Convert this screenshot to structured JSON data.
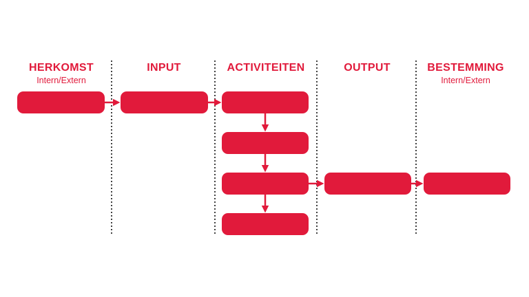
{
  "colors": {
    "accent": "#E11A3B",
    "divider": "#3F3F3F",
    "background": "#FFFFFF"
  },
  "columns": [
    {
      "label": "HERKOMST",
      "sublabel": "Intern/Extern"
    },
    {
      "label": "INPUT",
      "sublabel": ""
    },
    {
      "label": "ACTIVITEITEN",
      "sublabel": ""
    },
    {
      "label": "OUTPUT",
      "sublabel": ""
    },
    {
      "label": "BESTEMMING",
      "sublabel": "Intern/Extern"
    }
  ],
  "diagram": {
    "nodes": [
      {
        "id": "herkomst-1",
        "column": "HERKOMST"
      },
      {
        "id": "input-1",
        "column": "INPUT"
      },
      {
        "id": "activiteit-1",
        "column": "ACTIVITEITEN"
      },
      {
        "id": "activiteit-2",
        "column": "ACTIVITEITEN"
      },
      {
        "id": "activiteit-3",
        "column": "ACTIVITEITEN"
      },
      {
        "id": "activiteit-4",
        "column": "ACTIVITEITEN"
      },
      {
        "id": "output-1",
        "column": "OUTPUT"
      },
      {
        "id": "bestemming-1",
        "column": "BESTEMMING"
      }
    ],
    "edges": [
      {
        "from": "herkomst-1",
        "to": "input-1"
      },
      {
        "from": "input-1",
        "to": "activiteit-1"
      },
      {
        "from": "activiteit-1",
        "to": "activiteit-2"
      },
      {
        "from": "activiteit-2",
        "to": "activiteit-3"
      },
      {
        "from": "activiteit-3",
        "to": "activiteit-4"
      },
      {
        "from": "activiteit-3",
        "to": "output-1"
      },
      {
        "from": "output-1",
        "to": "bestemming-1"
      }
    ]
  }
}
